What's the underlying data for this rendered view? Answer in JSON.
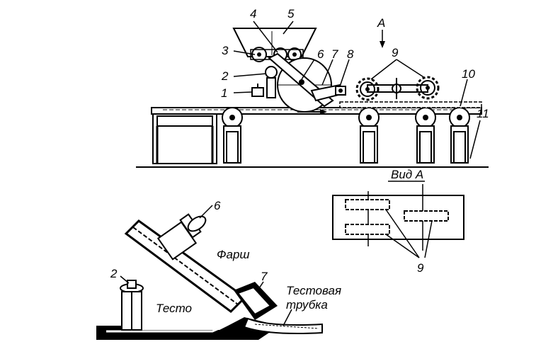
{
  "labels": {
    "n1": "1",
    "n2": "2",
    "n3": "3",
    "n4": "4",
    "n5": "5",
    "n6": "6",
    "n7": "7",
    "n8": "8",
    "n9": "9",
    "n10": "10",
    "n11": "11",
    "view_arrow": "А",
    "view_title": "Вид А",
    "view_n9": "9",
    "detail_n6": "6",
    "detail_n2": "2",
    "detail_n7": "7",
    "farsh": "Фарш",
    "testo": "Тесто",
    "tube_1": "Тестовая",
    "tube_2": "трубка"
  }
}
